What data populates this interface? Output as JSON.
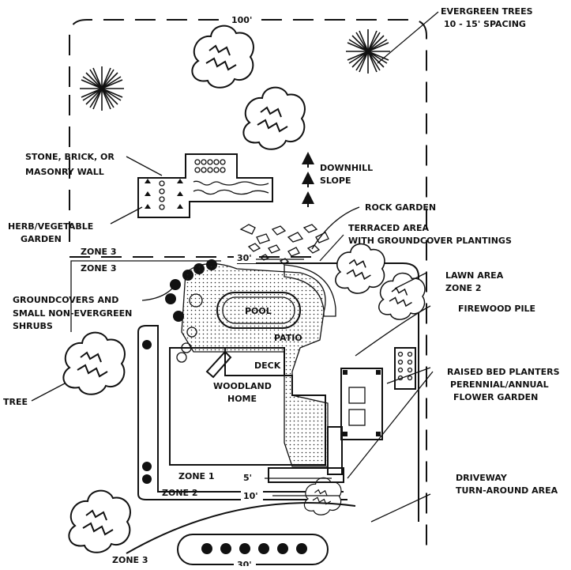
{
  "labels": {
    "dim_top": "100'",
    "evergreen_1": "EVERGREEN TREES",
    "evergreen_2": "10 - 15' SPACING",
    "wall_1": "STONE, BRICK, OR",
    "wall_2": "MASONRY WALL",
    "downhill_1": "DOWNHILL",
    "downhill_2": "SLOPE",
    "herb_1": "HERB/VEGETABLE",
    "herb_2": "GARDEN",
    "rock_garden": "ROCK GARDEN",
    "terraced_1": "TERRACED AREA",
    "terraced_2": "WITH GROUNDCOVER PLANTINGS",
    "zone3_outer": "ZONE 3",
    "zone3_inner": "ZONE 3",
    "dim_30_top": "30'",
    "lawn_1": "LAWN AREA",
    "lawn_2": "ZONE 2",
    "ground_1": "GROUNDCOVERS AND",
    "ground_2": "SMALL NON-EVERGREEN",
    "ground_3": "SHRUBS",
    "pool": "POOL",
    "firewood": "FIREWOOD PILE",
    "patio": "PATIO",
    "deck": "DECK",
    "raised_1": "RAISED BED PLANTERS",
    "raised_2": "PERENNIAL/ANNUAL",
    "raised_3": "FLOWER GARDEN",
    "home_1": "WOODLAND",
    "home_2": "HOME",
    "tree": "TREE",
    "zone1": "ZONE 1",
    "dim_5": "5'",
    "zone2": "ZONE 2",
    "dim_10": "10'",
    "driveway_1": "DRIVEWAY",
    "driveway_2": "TURN-AROUND AREA",
    "zone3_bottom": "ZONE 3",
    "dim_30_bottom": "30'"
  }
}
